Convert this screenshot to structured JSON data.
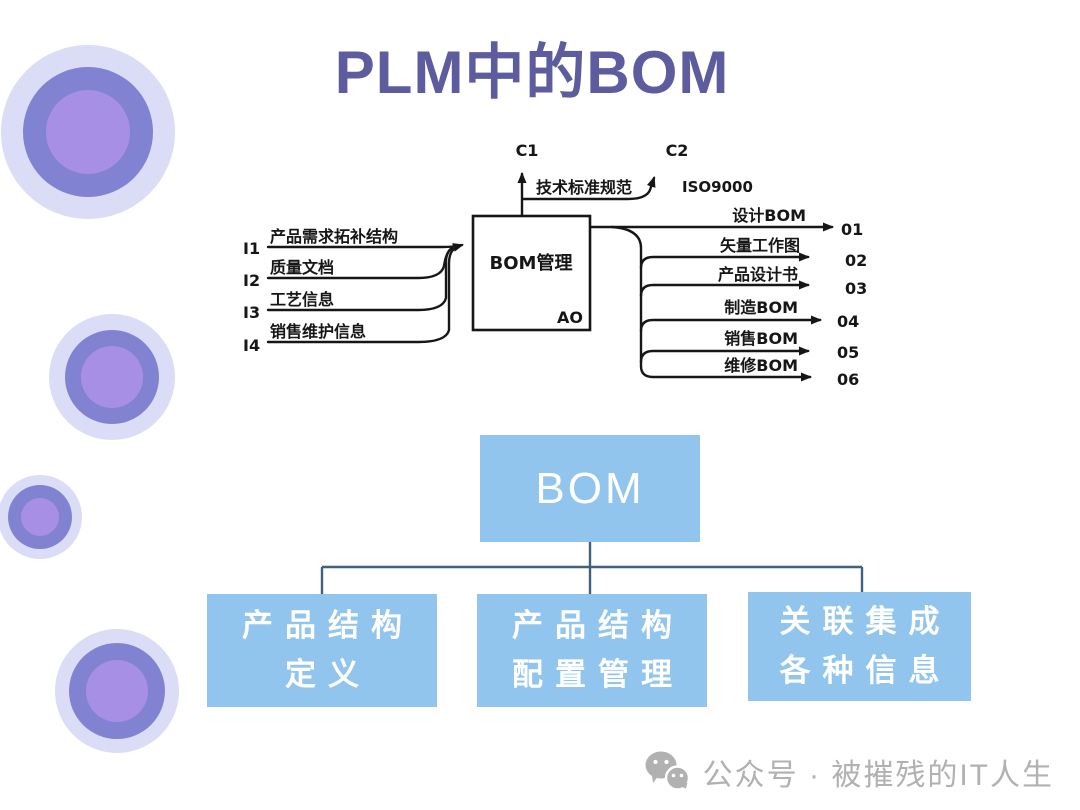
{
  "title": "PLM中的BOM",
  "idef0": {
    "controls": [
      {
        "id": "C1",
        "label": "技术标准规范"
      },
      {
        "id": "C2",
        "label": "ISO9000"
      }
    ],
    "box": {
      "name": "BOM管理",
      "node": "AO"
    },
    "inputs": [
      {
        "id": "I1",
        "label": "产品需求拓补结构"
      },
      {
        "id": "I2",
        "label": "质量文档"
      },
      {
        "id": "I3",
        "label": "工艺信息"
      },
      {
        "id": "I4",
        "label": "销售维护信息"
      }
    ],
    "outputs": [
      {
        "id": "01",
        "label": "设计BOM"
      },
      {
        "id": "02",
        "label": "矢量工作图"
      },
      {
        "id": "03",
        "label": "产品设计书"
      },
      {
        "id": "04",
        "label": "制造BOM"
      },
      {
        "id": "05",
        "label": "销售BOM"
      },
      {
        "id": "06",
        "label": "维修BOM"
      }
    ]
  },
  "hierarchy": {
    "root": "BOM",
    "children": [
      {
        "label": "产品结构定义"
      },
      {
        "label": "产品结构配置管理"
      },
      {
        "label": "关联集成各种信息"
      }
    ]
  },
  "watermark": {
    "icon": "wechat-icon",
    "text": "公众号 · 被摧残的IT人生"
  },
  "colors": {
    "title-color": "#5c5c9e",
    "box-fill": "#92c5ee",
    "box-text": "#ffffff",
    "connector": "#40607e",
    "ink": "#161616",
    "c-outer": "#dbdcf6",
    "c-mid": "#8183d2",
    "c-inner": "#a88fe6",
    "wm": "#b1b1b1"
  }
}
